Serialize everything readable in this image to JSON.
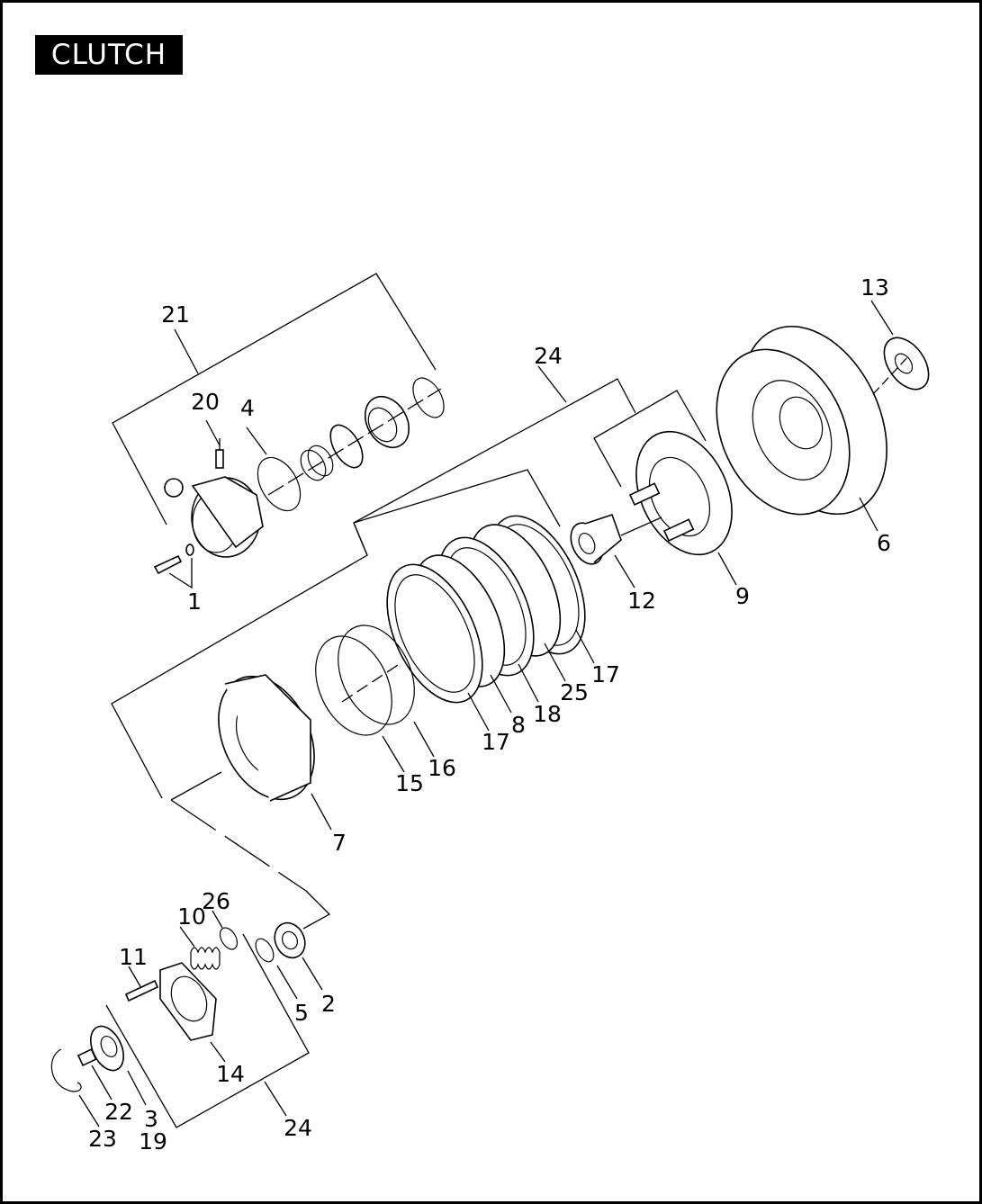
{
  "title": "CLUTCH",
  "colors": {
    "ink": "#000000",
    "paper": "#ffffff"
  },
  "callouts": [
    {
      "id": "c21",
      "label": "21"
    },
    {
      "id": "c20",
      "label": "20"
    },
    {
      "id": "c4",
      "label": "4"
    },
    {
      "id": "c1",
      "label": "1"
    },
    {
      "id": "c24a",
      "label": "24"
    },
    {
      "id": "c13",
      "label": "13"
    },
    {
      "id": "c6",
      "label": "6"
    },
    {
      "id": "c9",
      "label": "9"
    },
    {
      "id": "c12",
      "label": "12"
    },
    {
      "id": "c17a",
      "label": "17"
    },
    {
      "id": "c25",
      "label": "25"
    },
    {
      "id": "c18",
      "label": "18"
    },
    {
      "id": "c8",
      "label": "8"
    },
    {
      "id": "c17b",
      "label": "17"
    },
    {
      "id": "c16",
      "label": "16"
    },
    {
      "id": "c15",
      "label": "15"
    },
    {
      "id": "c7",
      "label": "7"
    },
    {
      "id": "c26",
      "label": "26"
    },
    {
      "id": "c10",
      "label": "10"
    },
    {
      "id": "c11",
      "label": "11"
    },
    {
      "id": "c2",
      "label": "2"
    },
    {
      "id": "c5",
      "label": "5"
    },
    {
      "id": "c14",
      "label": "14"
    },
    {
      "id": "c22",
      "label": "22"
    },
    {
      "id": "c3",
      "label": "3"
    },
    {
      "id": "c19",
      "label": "19"
    },
    {
      "id": "c23",
      "label": "23"
    },
    {
      "id": "c24b",
      "label": "24"
    }
  ]
}
